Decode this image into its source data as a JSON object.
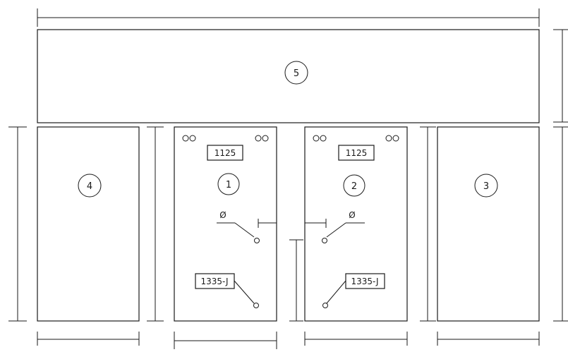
{
  "diagram": {
    "panels": [
      {
        "id": "5",
        "label": "5"
      },
      {
        "id": "4",
        "label": "4"
      },
      {
        "id": "1",
        "label": "1",
        "tag_top": "1125",
        "tag_bottom": "1335-J",
        "symbol": "Ø"
      },
      {
        "id": "2",
        "label": "2",
        "tag_top": "1125",
        "tag_bottom": "1335-J",
        "symbol": "Ø"
      },
      {
        "id": "3",
        "label": "3"
      }
    ],
    "colors": {
      "stroke": "#1a1a1a",
      "background": "#ffffff"
    }
  }
}
